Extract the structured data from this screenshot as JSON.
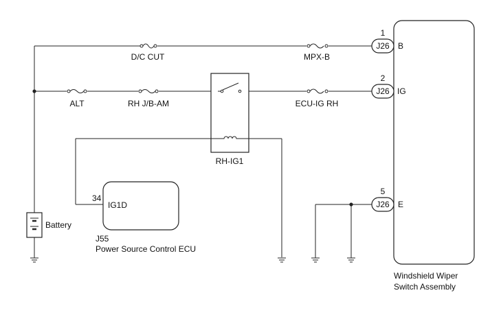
{
  "fuses": {
    "dc_cut": "D/C CUT",
    "mpx_b": "MPX-B",
    "alt": "ALT",
    "rh_jb_am": "RH J/B-AM",
    "ecu_ig_rh": "ECU-IG RH"
  },
  "relay": {
    "label": "RH-IG1"
  },
  "battery": {
    "label": "Battery"
  },
  "ecu": {
    "pin": "34",
    "terminal": "IG1D",
    "connector": "J55",
    "name": "Power Source Control ECU"
  },
  "wiper_switch": {
    "name_line1": "Windshield Wiper",
    "name_line2": "Switch Assembly",
    "pins": [
      {
        "number": "1",
        "connector": "J26",
        "terminal": "B"
      },
      {
        "number": "2",
        "connector": "J26",
        "terminal": "IG"
      },
      {
        "number": "5",
        "connector": "J26",
        "terminal": "E"
      }
    ]
  }
}
